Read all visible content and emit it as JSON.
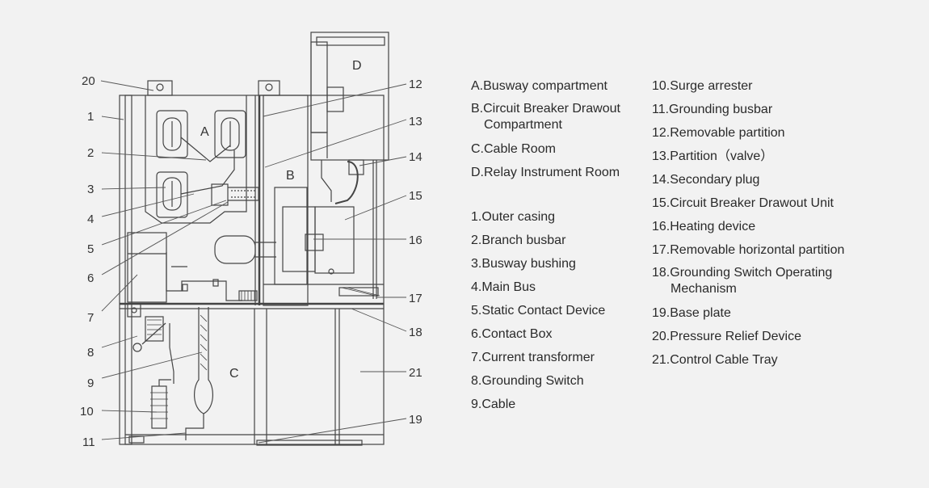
{
  "zones": {
    "a": "A",
    "b": "B",
    "c": "C",
    "d": "D"
  },
  "callouts": [
    "1",
    "2",
    "3",
    "4",
    "5",
    "6",
    "7",
    "8",
    "9",
    "10",
    "11",
    "12",
    "13",
    "14",
    "15",
    "16",
    "17",
    "18",
    "19",
    "20",
    "21"
  ],
  "legend_left": {
    "compartments": [
      {
        "label": "A.Busway compartment"
      },
      {
        "label": "B.Circuit Breaker Drawout",
        "label2": "Compartment"
      },
      {
        "label": "C.Cable Room"
      },
      {
        "label": "D.Relay Instrument Room"
      }
    ],
    "parts": [
      {
        "label": "1.Outer casing"
      },
      {
        "label": "2.Branch busbar"
      },
      {
        "label": "3.Busway bushing"
      },
      {
        "label": "4.Main Bus"
      },
      {
        "label": "5.Static Contact Device"
      },
      {
        "label": "6.Contact Box"
      },
      {
        "label": "7.Current transformer"
      },
      {
        "label": "8.Grounding Switch"
      },
      {
        "label": "9.Cable"
      }
    ]
  },
  "legend_right": [
    {
      "label": "10.Surge arrester"
    },
    {
      "label": "11.Grounding busbar"
    },
    {
      "label": "12.Removable partition"
    },
    {
      "label": "13.Partition（valve）"
    },
    {
      "label": "14.Secondary plug"
    },
    {
      "label": "15.Circuit Breaker Drawout Unit"
    },
    {
      "label": "16.Heating device"
    },
    {
      "label": "17.Removable horizontal partition"
    },
    {
      "label": "18.Grounding Switch Operating",
      "label2": "Mechanism"
    },
    {
      "label": "19.Base plate"
    },
    {
      "label": "20.Pressure Relief Device"
    },
    {
      "label": "21.Control Cable Tray"
    }
  ]
}
